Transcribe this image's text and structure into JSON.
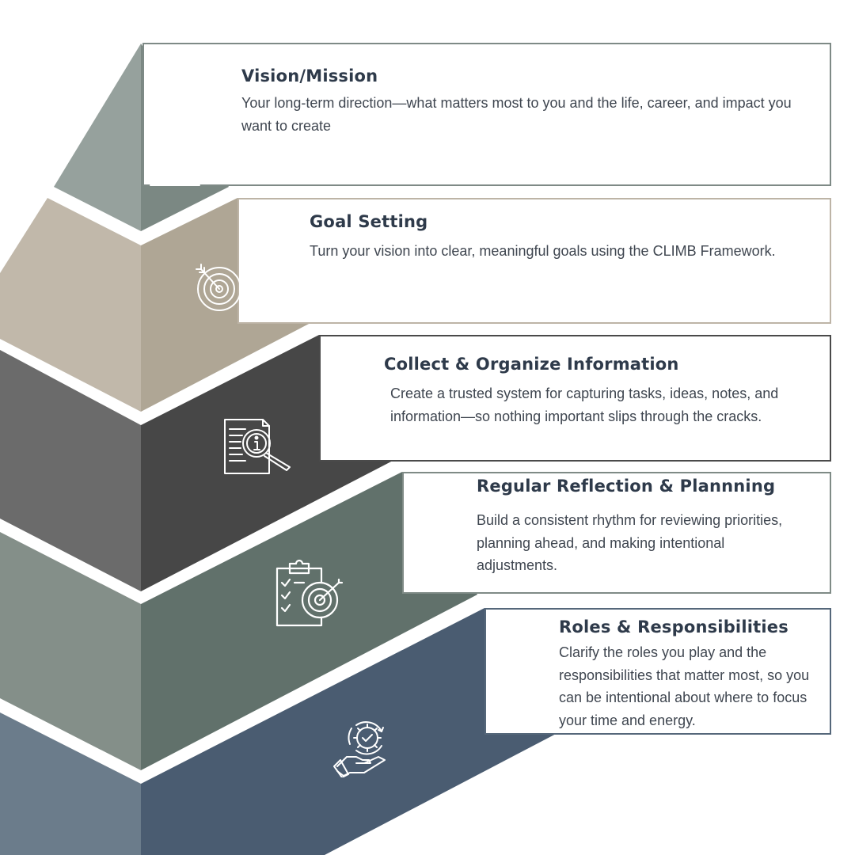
{
  "colors": {
    "tier_1_light": "#96a19d",
    "tier_1_dark": "#7b8883",
    "tier_2_light": "#c1b8aa",
    "tier_2_dark": "#afa695",
    "tier_3_light": "#6b6b6b",
    "tier_3_dark": "#474747",
    "tier_4_light": "#848f89",
    "tier_4_dark": "#61716b",
    "tier_5_light": "#6b7c8b",
    "tier_5_dark": "#4a5c71",
    "title_text": "#2e3a4a",
    "body_text": "#3f4650",
    "icon_stroke": "#ffffff"
  },
  "tiers": [
    {
      "title": "Vision/Mission",
      "description": "Your long-term direction—what matters most to you and the life, career, and impact you want to create",
      "icon": "person-flag-summit-icon",
      "border_color": "#7e8a86"
    },
    {
      "title": "Goal Setting",
      "description": "Turn your vision into clear, meaningful goals using the CLIMB Framework.",
      "icon": "target-arrow-icon",
      "border_color": "#bdb4a6"
    },
    {
      "title": "Collect & Organize Information",
      "description": "Create a trusted system for capturing tasks, ideas, notes, and information—so nothing important slips through the cracks.",
      "icon": "document-magnifier-info-icon",
      "border_color": "#4a4a4a"
    },
    {
      "title": "Regular Reflection & Plannning",
      "description": "Build a consistent rhythm for reviewing priorities, planning ahead, and making intentional adjustments.",
      "icon": "clipboard-checklist-target-icon",
      "border_color": "#7f8b86"
    },
    {
      "title": "Roles & Responsibilities",
      "description": "Clarify the roles you play and the responsibilities that matter most, so you can be intentional about where to focus your time and energy.",
      "icon": "hand-gear-check-icon",
      "border_color": "#55677a"
    }
  ]
}
